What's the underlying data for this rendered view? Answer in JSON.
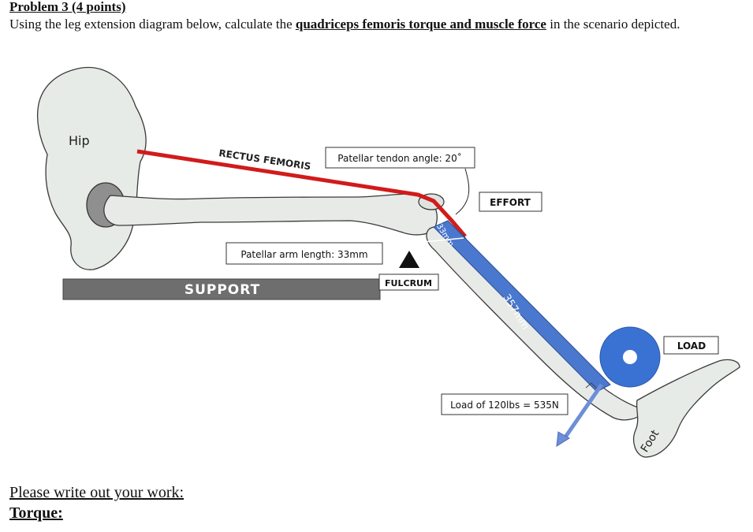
{
  "problem": {
    "heading": "Problem 3 (4 points)",
    "intro_before": "Using the leg extension diagram below, calculate the ",
    "intro_emphasis": "quadriceps femoris torque and muscle force",
    "intro_after": " in the scenario depicted."
  },
  "diagram": {
    "hip": "Hip",
    "rectus_femoris": "RECTUS FEMORIS",
    "patellar_tendon_angle": "Patellar tendon angle: 20˚",
    "effort": "EFFORT",
    "patellar_arm_length": "Patellar arm length: 33mm",
    "support": "SUPPORT",
    "fulcrum": "FULCRUM",
    "short_arm": "33mm",
    "long_arm": "357mm",
    "load": "LOAD",
    "load_value": "Load of 120lbs = 535N",
    "foot": "Foot"
  },
  "footer": {
    "work_prompt": "Please write out your work:",
    "torque_label": "Torque:"
  }
}
